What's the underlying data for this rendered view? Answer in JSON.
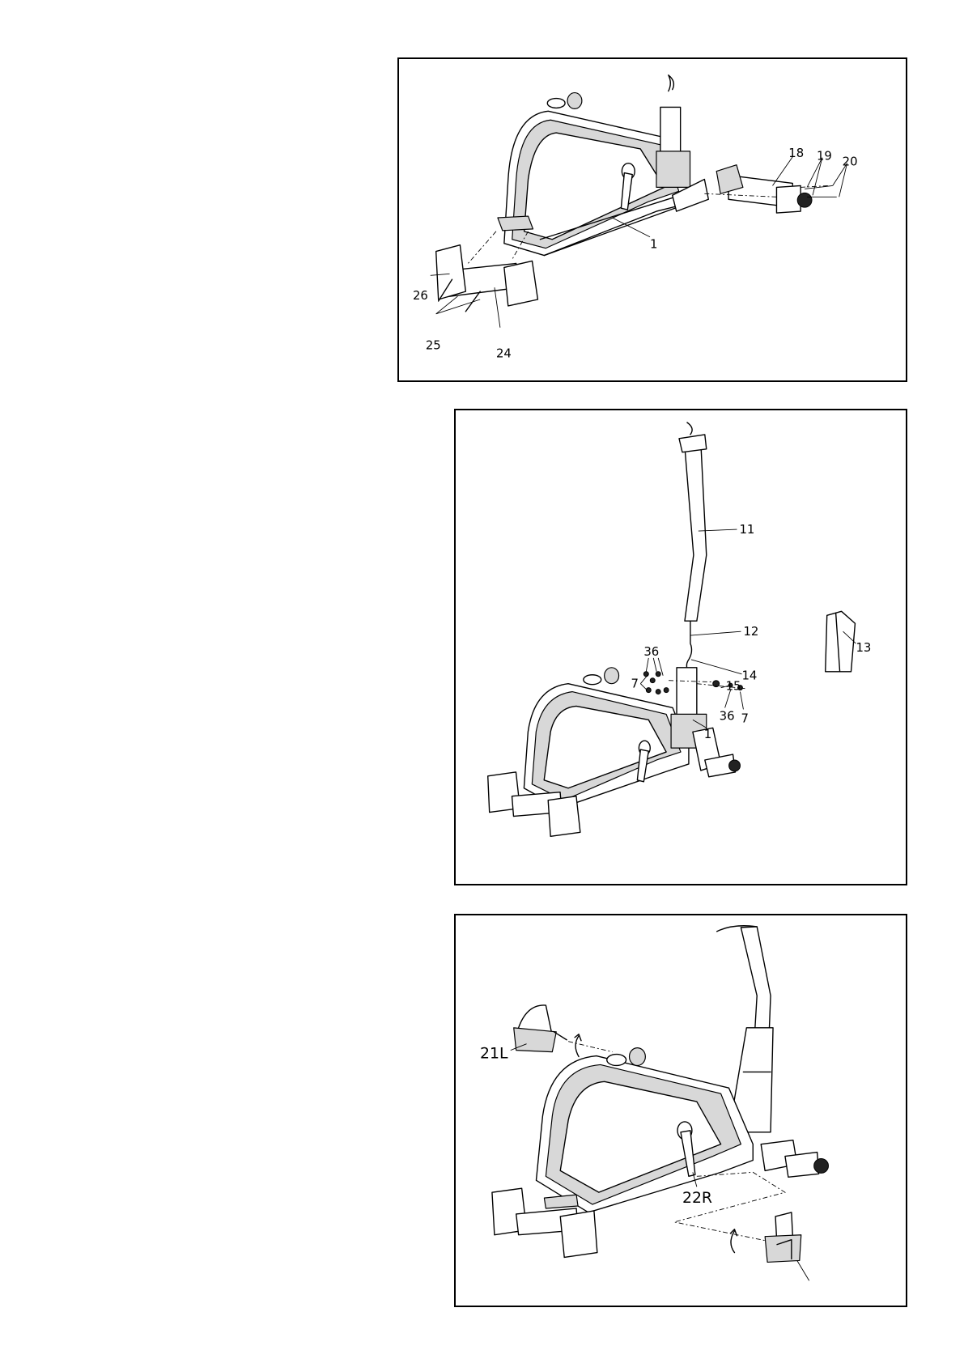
{
  "panels": [
    {
      "labels": {
        "p18": "18",
        "p19": "19",
        "p20": "20",
        "p1": "1",
        "p26": "26",
        "p25": "25",
        "p24": "24"
      }
    },
    {
      "labels": {
        "p11": "11",
        "p12": "12",
        "p13": "13",
        "p14": "14",
        "p36a": "36",
        "p7a": "7",
        "p15": "15",
        "p36b": "36",
        "p7b": "7",
        "p1": "1"
      }
    },
    {
      "labels": {
        "p21L": "21L",
        "p22R": "22R"
      }
    }
  ]
}
